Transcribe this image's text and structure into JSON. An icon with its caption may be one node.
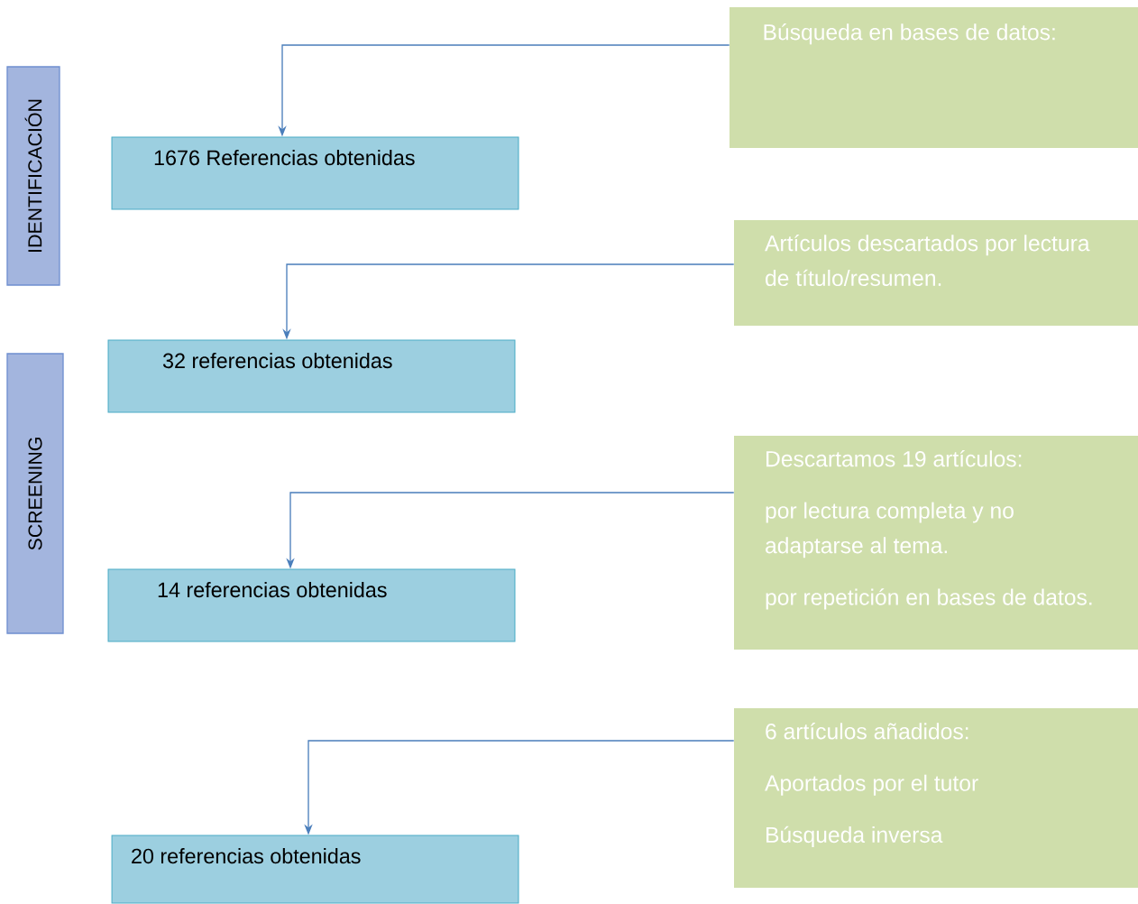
{
  "diagram": {
    "nodes": [
      {
        "text": [
          "IDENTIFICACIÓN"
        ]
      },
      {
        "text": [
          "SCREENING"
        ]
      },
      {
        "text": [
          "Búsqueda en bases de datos:"
        ]
      },
      {
        "text": [
          "1676  Referencias obtenidas"
        ]
      },
      {
        "text": [
          "Artículos descartados por lectura de título/resumen."
        ]
      },
      {
        "text": [
          "32 referencias obtenidas"
        ]
      },
      {
        "text": [
          "Descartamos 19 artículos:",
          "por lectura completa y no adaptarse al tema.",
          "por repetición en bases de datos."
        ]
      },
      {
        "text": [
          "14 referencias obtenidas"
        ]
      },
      {
        "text": [
          "6 artículos añadidos:",
          "Aportados por el tutor",
          "Búsqueda inversa"
        ]
      },
      {
        "text": [
          "20 referencias obtenidas"
        ]
      }
    ],
    "edges": [
      {
        "from": 2,
        "to": 3,
        "arrow": "to"
      },
      {
        "from": 4,
        "to": 5,
        "arrow": "to"
      },
      {
        "from": 6,
        "to": 7,
        "arrow": "to"
      },
      {
        "from": 8,
        "to": 9,
        "arrow": "to"
      }
    ]
  }
}
